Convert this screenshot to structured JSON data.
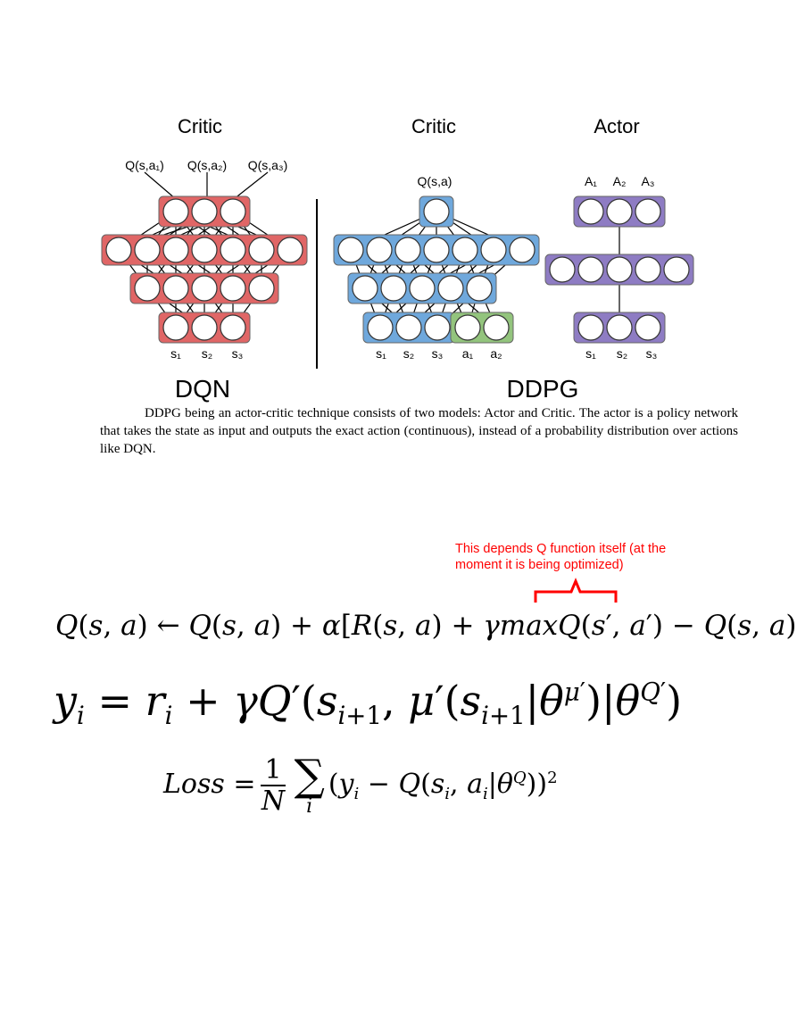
{
  "figure": {
    "dqn": {
      "panel_title": "Critic",
      "outputs": [
        "Q(s,a₁)",
        "Q(s,a₂)",
        "Q(s,a₃)"
      ],
      "inputs": [
        "s₁",
        "s₂",
        "s₃"
      ],
      "caption": "DQN",
      "color": "#e06666"
    },
    "ddpg_critic": {
      "panel_title": "Critic",
      "output": "Q(s,a)",
      "inputs": [
        "s₁",
        "s₂",
        "s₃",
        "a₁",
        "a₂"
      ],
      "color": "#6fa8dc",
      "action_color": "#93c47d"
    },
    "ddpg_actor": {
      "panel_title": "Actor",
      "outputs": [
        "A₁",
        "A₂",
        "A₃"
      ],
      "inputs": [
        "s₁",
        "s₂",
        "s₃"
      ],
      "color": "#8e7cc3"
    },
    "ddpg_caption": "DDPG"
  },
  "paragraph": "DDPG being an actor-critic technique consists of two models: Actor and Critic. The actor is a policy network that takes the state as input and outputs the exact action (continuous), instead of a probability distribution over actions like DQN.",
  "annotation": {
    "line1": "This depends Q function itself (at the",
    "line2": "moment it is being optimized)",
    "color": "#ff0000"
  },
  "equations": {
    "q_update": "Q(s, a) ← Q(s, a) + α[R(s, a) + γmaxQ(s′, a′) − Q(s, a)]",
    "target": "yᵢ = rᵢ + γQ′(sᵢ₊₁, μ′(sᵢ₊₁|θ^μ′)|θ^Q′)",
    "loss": "Loss = 1/N ∑ᵢ (yᵢ − Q(sᵢ, aᵢ|θ^Q))²"
  }
}
